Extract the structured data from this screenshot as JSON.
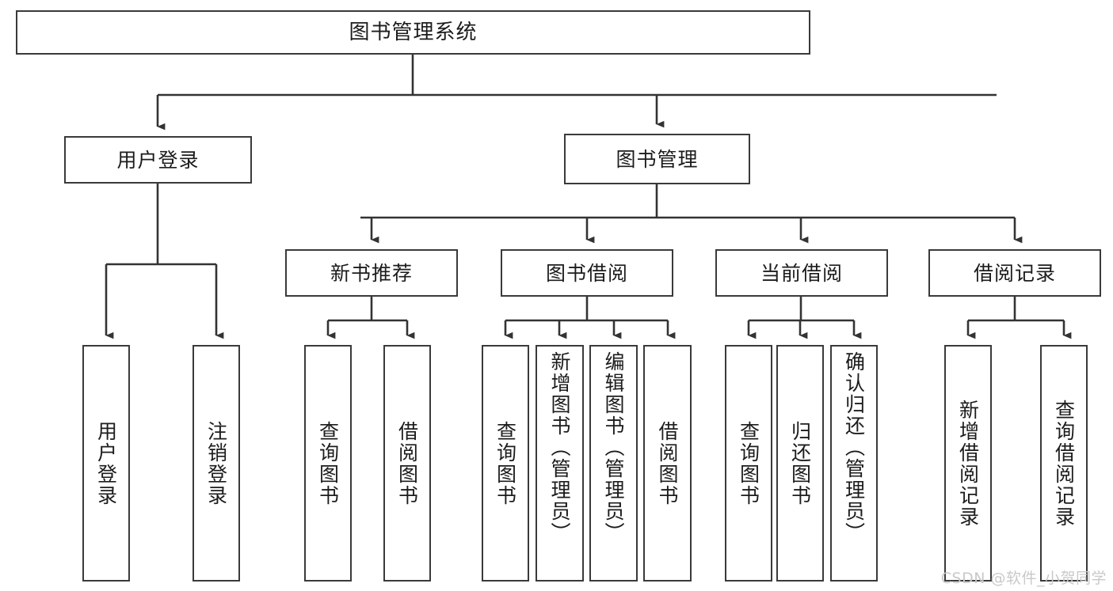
{
  "diagram": {
    "title": "图书管理系统",
    "type": "tree-hierarchy",
    "root": {
      "label": "图书管理系统"
    },
    "level2": [
      {
        "label": "用户登录"
      },
      {
        "label": "图书管理"
      }
    ],
    "level3": [
      {
        "label": "新书推荐"
      },
      {
        "label": "图书借阅"
      },
      {
        "label": "当前借阅"
      },
      {
        "label": "借阅记录"
      }
    ],
    "leaves": {
      "user_login": [
        {
          "label": "用户登录"
        },
        {
          "label": "注销登录"
        }
      ],
      "new_book_recommend": [
        {
          "label": "查询图书"
        },
        {
          "label": "借阅图书"
        }
      ],
      "book_borrow": [
        {
          "label": "查询图书"
        },
        {
          "label": "新增图书（管理员）"
        },
        {
          "label": "编辑图书（管理员）"
        },
        {
          "label": "借阅图书"
        }
      ],
      "current_borrow": [
        {
          "label": "查询图书"
        },
        {
          "label": "归还图书"
        },
        {
          "label": "确认归还（管理员）"
        }
      ],
      "borrow_record": [
        {
          "label": "新增借阅记录"
        },
        {
          "label": "查询借阅记录"
        }
      ]
    }
  },
  "watermark": {
    "text": "CSDN @软件_小贺同学"
  },
  "colors": {
    "border": "#3a3a3a",
    "wire": "#333333",
    "background": "#ffffff",
    "text": "#1c1c1c",
    "watermark": "#c9c9c9"
  }
}
